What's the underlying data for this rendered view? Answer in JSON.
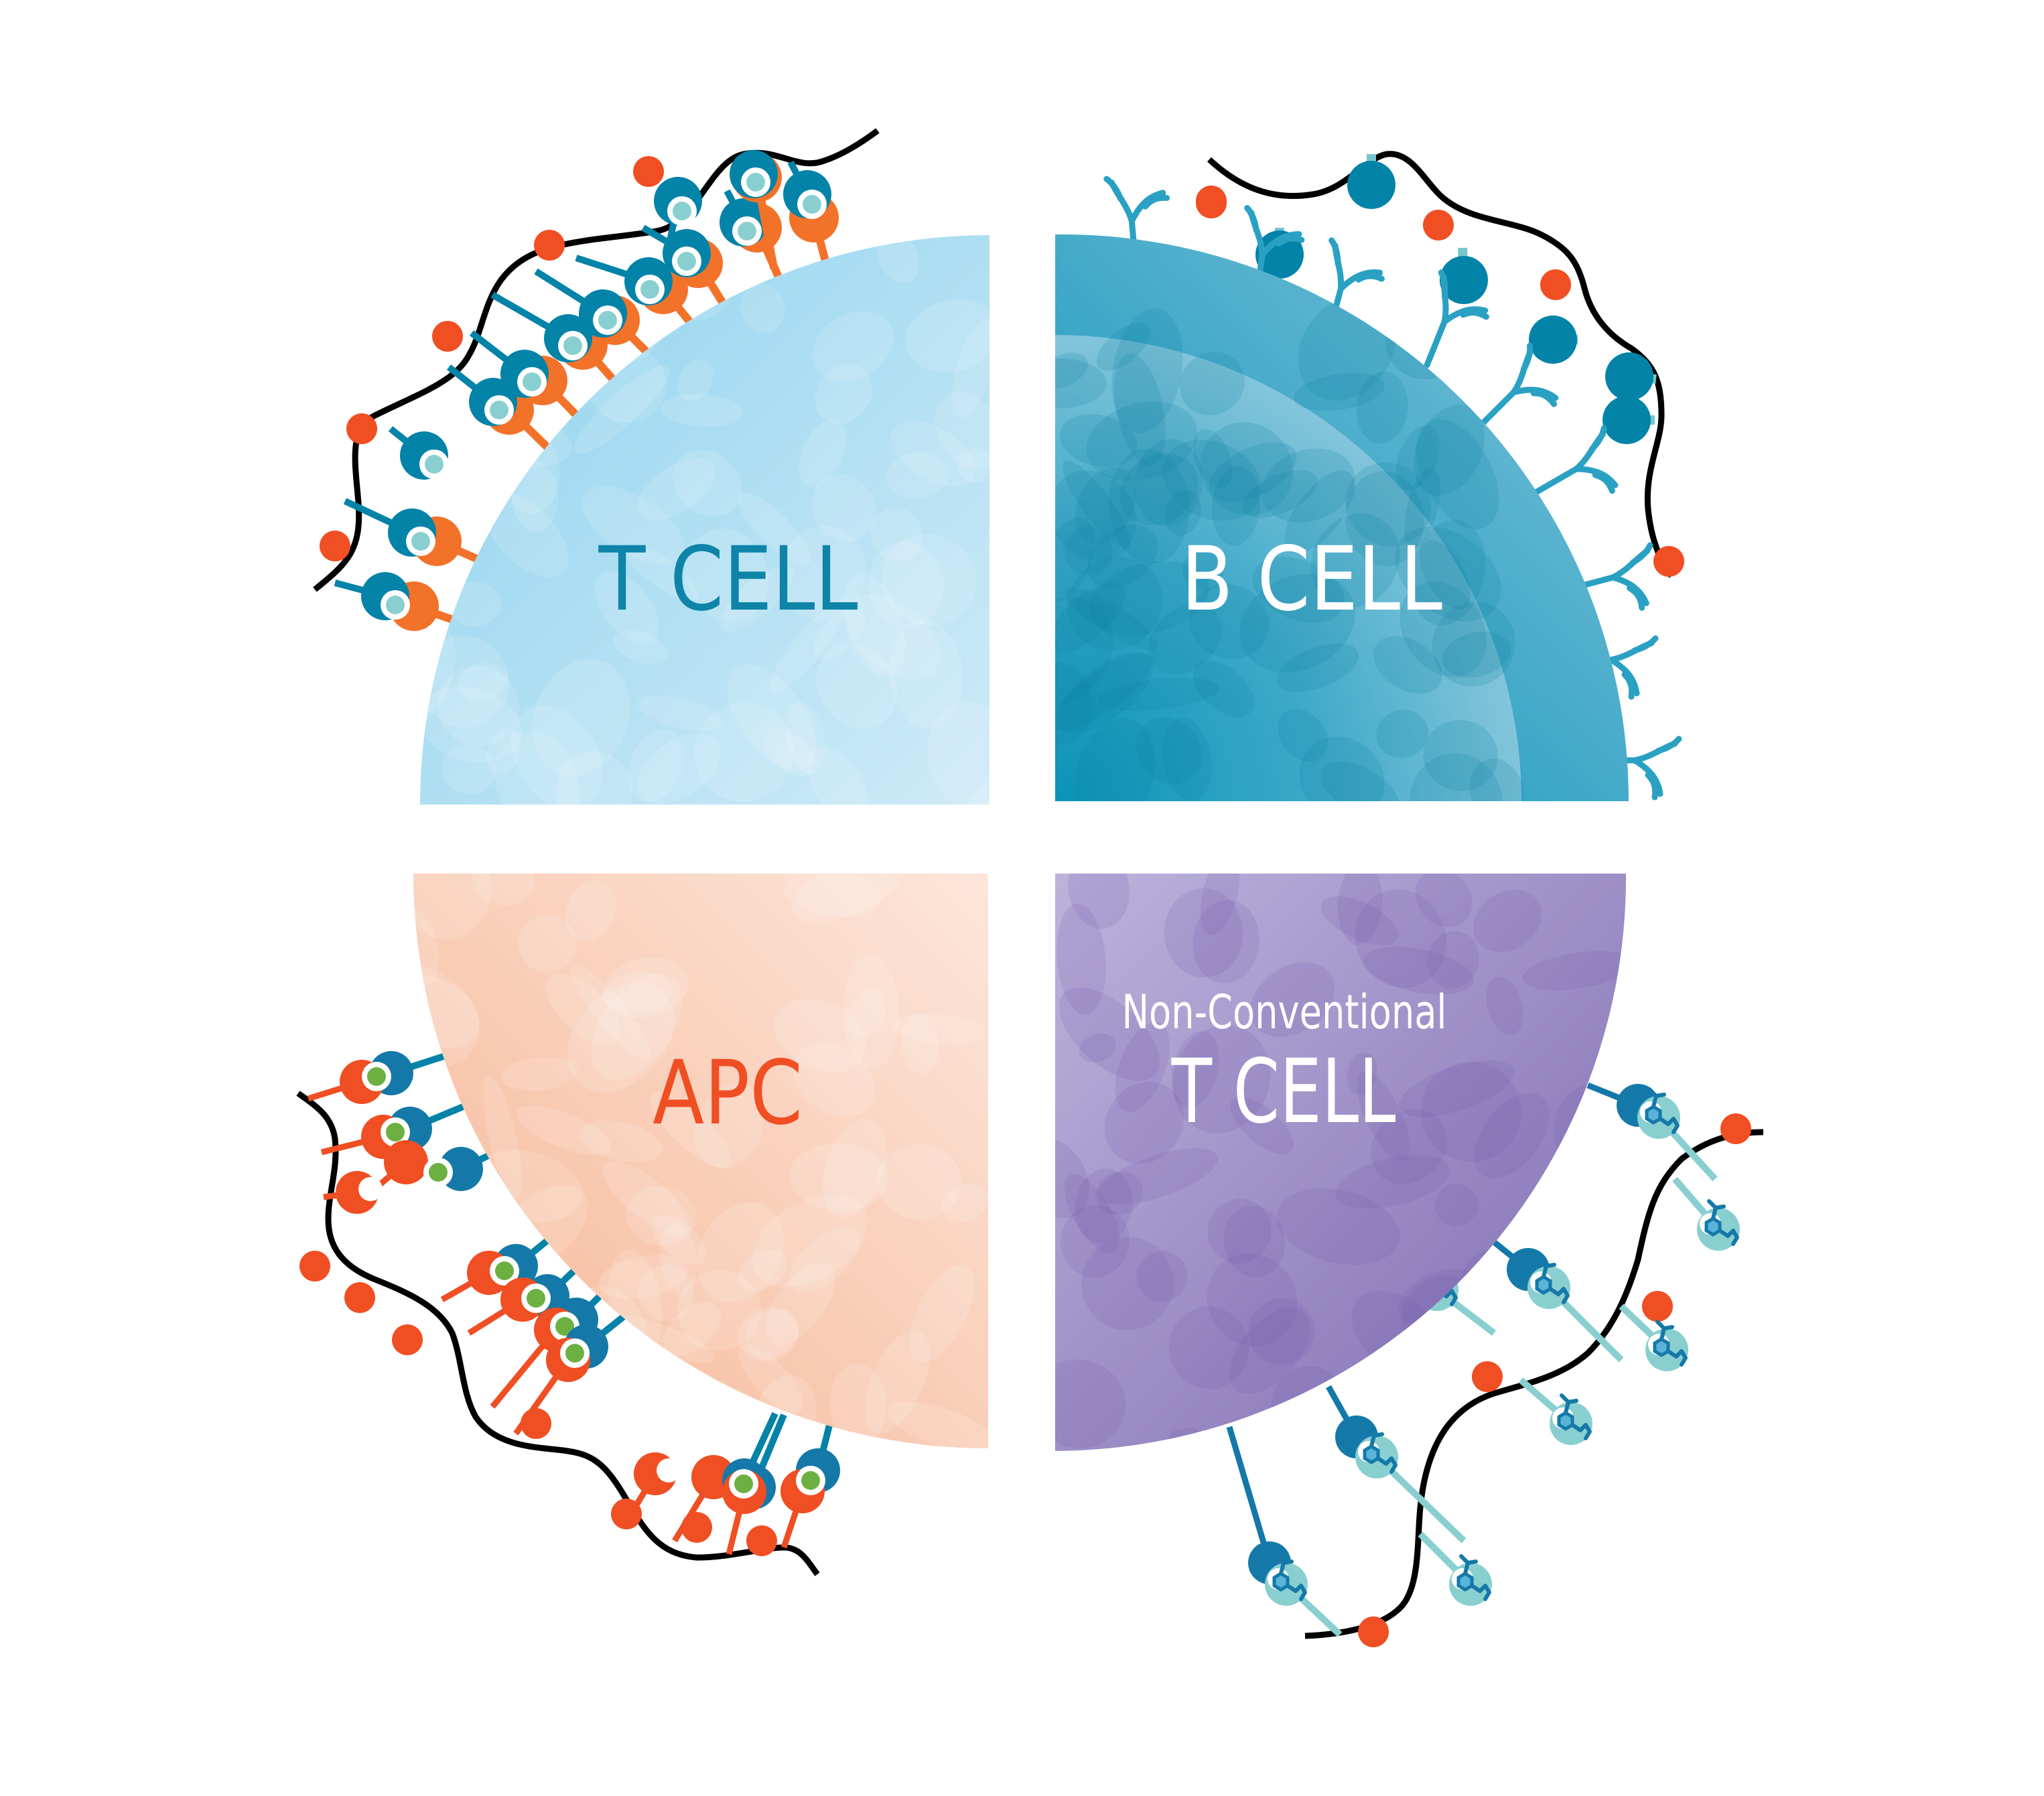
{
  "diagram": {
    "quadrants": {
      "t_cell": {
        "label": "T CELL",
        "label_color": "#0E84A8",
        "fill_light": "#CFEAF7",
        "fill_dark": "#8FD3EE"
      },
      "b_cell": {
        "label": "B CELL",
        "label_color": "#FFFFFF",
        "fill_light": "#7FC2DA",
        "fill_dark": "#0A93B8"
      },
      "apc": {
        "label": "APC",
        "label_color": "#F04E23",
        "fill_light": "#FCE6DA",
        "fill_dark": "#F6B696"
      },
      "nc_t_cell": {
        "label_line1": "Non-Conventional",
        "label_line2": "T CELL",
        "label_color": "#FFFFFF",
        "fill_light": "#BCB3DB",
        "fill_dark": "#7E6BB2"
      }
    },
    "colors": {
      "membrane": "#000000",
      "red_dot": "#F04E23",
      "tcr_orange": "#F37229",
      "mhc_blue": "#0383A8",
      "antigen_teal": "#8ACFD0",
      "apc_red": "#F04E23",
      "apc_green": "#6DB042",
      "antibody_blue": "#2AA1C3",
      "lipid_blue": "#1479A8",
      "lipid_teal": "#8ACFD0"
    },
    "molecule_types": {
      "t_cell": "tcr-pmhc-complex",
      "b_cell": "antibody-antigen",
      "apc": "mhc-peptide-complex",
      "nc_t_cell": "cd1-lipid-complex"
    }
  }
}
